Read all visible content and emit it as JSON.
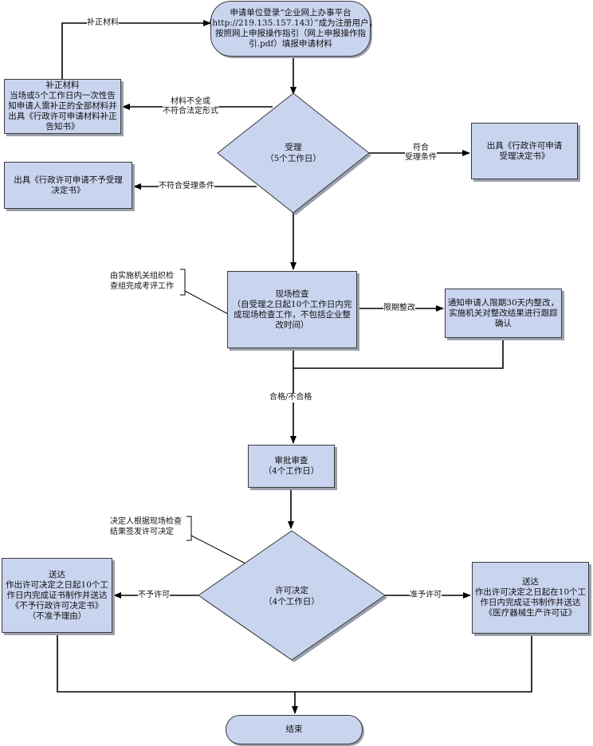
{
  "nodes": {
    "start": [
      "申请单位登录“企业网上办事平台",
      "（http://219.135.157.143）”成为注册用户，",
      "按照网上申报操作指引（网上申报操作指",
      "引.pdf）填报申请材料"
    ],
    "supplement": [
      "补正材料",
      "当场或5个工作日内一次性告",
      "知申请人需补正的全部材料并",
      "出具《行政许可申请材料补正",
      "告知书》"
    ],
    "accept": [
      "受理",
      "（5个工作日）"
    ],
    "accept_decision": [
      "出具《行政许可申请",
      "受理决定书》"
    ],
    "reject": [
      "出具《行政许可申请不予受理",
      "决定书》"
    ],
    "inspection": [
      "现场检查",
      "（自受理之日起10个工作日内完",
      "成现场检查工作，不包括企业整",
      "改时间）"
    ],
    "rectify": [
      "通知申请人限期30天内整改，",
      "实施机关对整改结果进行跟踪",
      "确认"
    ],
    "approval": [
      "审批审查",
      "（4个工作日）"
    ],
    "permit": [
      "许可决定",
      "（4个工作日）"
    ],
    "deliver_deny": [
      "送达",
      "作出许可决定之日起10个工",
      "作日内完成证书制作并送达",
      "《不予行政许可决定书》",
      "（不准予理由）"
    ],
    "deliver_grant": [
      "送达",
      "作出许可决定之日起在10个工",
      "作日内完成证书制作并送达",
      "《医疗器械生产许可证》"
    ],
    "end": [
      "结束"
    ]
  },
  "labels": {
    "supplement_back": [
      "补正材料"
    ],
    "incomplete": [
      "材料不全或",
      "不符合法定形式"
    ],
    "meets": [
      "符合",
      "受理条件"
    ],
    "not_meets": [
      "不符合受理条件"
    ],
    "rectify_period": [
      "限期整改"
    ],
    "pass_fail": [
      "合格/不合格"
    ],
    "deny": [
      "不予许可"
    ],
    "grant": [
      "准予许可"
    ]
  },
  "notes": {
    "inspection_note": [
      "由实施机关组织检",
      "查组完成考评工作"
    ],
    "decision_note": [
      "决定人根据现场检查",
      "结果签发许可决定"
    ]
  },
  "colors": {
    "fill": "#c9d4ef",
    "shadow": "#9aa0ad",
    "line": "#000000"
  }
}
